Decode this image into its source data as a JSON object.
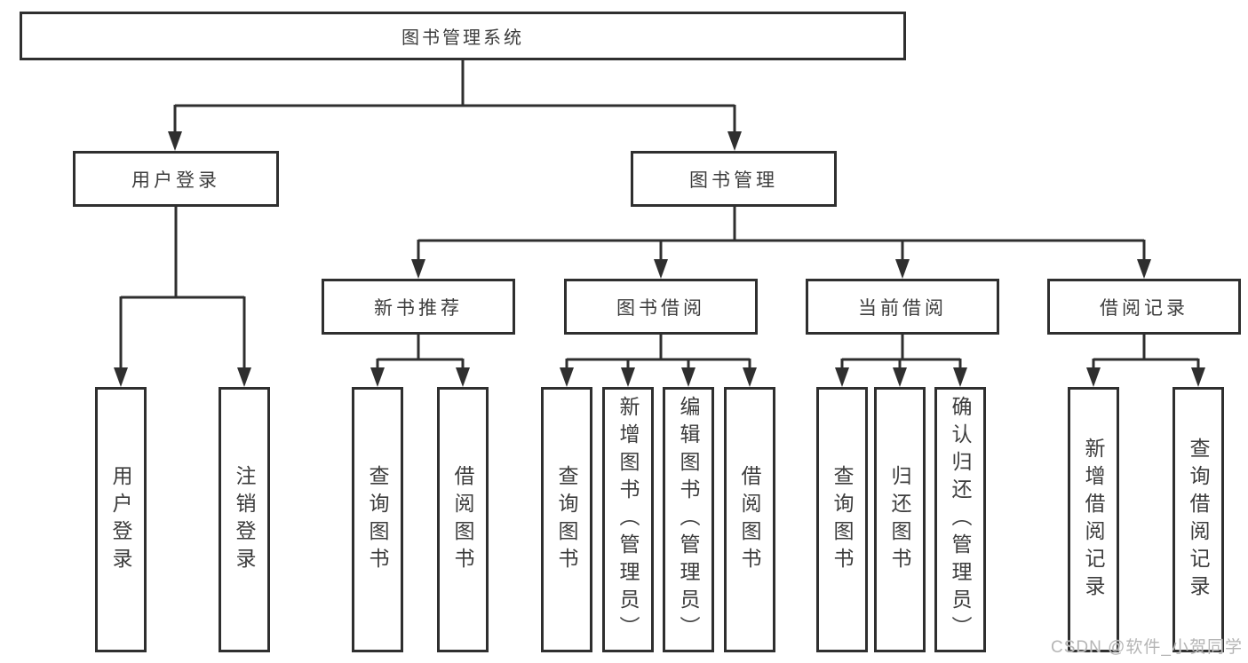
{
  "diagram": {
    "root": {
      "label": "图书管理系统"
    },
    "level1": [
      {
        "label": "用户登录",
        "children": [
          {
            "label": "用户登录"
          },
          {
            "label": "注销登录"
          }
        ]
      },
      {
        "label": "图书管理",
        "children": [
          {
            "label": "新书推荐",
            "children": [
              {
                "label": "查询图书"
              },
              {
                "label": "借阅图书"
              }
            ]
          },
          {
            "label": "图书借阅",
            "children": [
              {
                "label": "查询图书"
              },
              {
                "label": "新增图书（管理员）"
              },
              {
                "label": "编辑图书（管理员）"
              },
              {
                "label": "借阅图书"
              }
            ]
          },
          {
            "label": "当前借阅",
            "children": [
              {
                "label": "查询图书"
              },
              {
                "label": "归还图书"
              },
              {
                "label": "确认归还（管理员）"
              }
            ]
          },
          {
            "label": "借阅记录",
            "children": [
              {
                "label": "新增借阅记录"
              },
              {
                "label": "查询借阅记录"
              }
            ]
          }
        ]
      }
    ]
  },
  "watermark": {
    "text": "CSDN @软件_小贺同学"
  },
  "colors": {
    "line": "#2f2f2f",
    "box_border": "#2f2f2f",
    "text": "#3d3d3d",
    "watermark": "#b5b5b5",
    "background": "#ffffff"
  }
}
